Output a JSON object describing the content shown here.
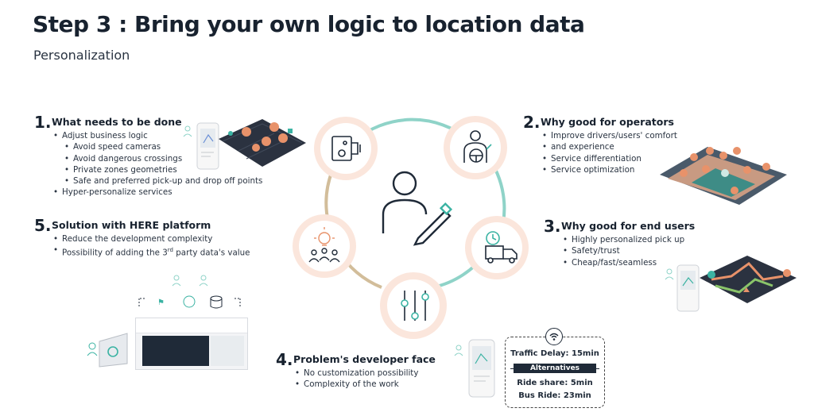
{
  "title": "Step 3 : Bring your own logic to location data",
  "subtitle": "Personalization",
  "sections": {
    "s1": {
      "number": "1.",
      "heading": "What needs to be done",
      "items": [
        {
          "text": "Adjust business logic",
          "level": 1
        },
        {
          "text": "Avoid speed cameras",
          "level": 2
        },
        {
          "text": "Avoid dangerous crossings",
          "level": 2
        },
        {
          "text": "Private zones geometries",
          "level": 2
        },
        {
          "text": "Safe and preferred pick-up and drop off points",
          "level": 2
        },
        {
          "text": "Hyper-personalize services",
          "level": 1
        }
      ]
    },
    "s2": {
      "number": "2.",
      "heading": "Why good for operators",
      "items": [
        {
          "text": "Improve drivers/users' comfort",
          "level": 1
        },
        {
          "text": "and experience",
          "level": 0
        },
        {
          "text": "Service differentiation",
          "level": 1
        },
        {
          "text": "Service optimization",
          "level": 1
        }
      ]
    },
    "s3": {
      "number": "3.",
      "heading": "Why good for end users",
      "items": [
        {
          "text": "Highly personalized pick up",
          "level": 1
        },
        {
          "text": "Safety/trust",
          "level": 1
        },
        {
          "text": "Cheap/fast/seamless",
          "level": 1
        }
      ]
    },
    "s4": {
      "number": "4.",
      "heading": "Problem's developer face",
      "items": [
        {
          "text": "No customization possibility",
          "level": 1
        },
        {
          "text": "Complexity of the work",
          "level": 1
        }
      ]
    },
    "s5": {
      "number": "5.",
      "heading": "Solution with HERE platform",
      "items": [
        {
          "text": "Reduce the development complexity",
          "level": 1
        },
        {
          "text": "Possibility of adding the 3rd party data's value",
          "level": 1
        }
      ]
    }
  },
  "traffic_card": {
    "traffic_delay": "Traffic Delay: 15min",
    "alternatives": "Alternatives",
    "ride_share": "Ride share: 5min",
    "bus_ride": "Bus Ride: 23min"
  },
  "icons": {
    "center": "person-with-pen-icon",
    "ring": [
      "speed-camera-icon",
      "driver-steering-wheel-icon",
      "delivery-truck-clock-icon",
      "sliders-icon",
      "team-lightbulb-icon"
    ]
  },
  "colors": {
    "ring_arc_teal": "#8fd3c8",
    "ring_arc_tan": "#d2bd9a",
    "circle_fill": "#fbe6dc",
    "accent_teal": "#3bb3a3",
    "pin_orange": "#e8926a",
    "map_dark": "#2b3240"
  }
}
